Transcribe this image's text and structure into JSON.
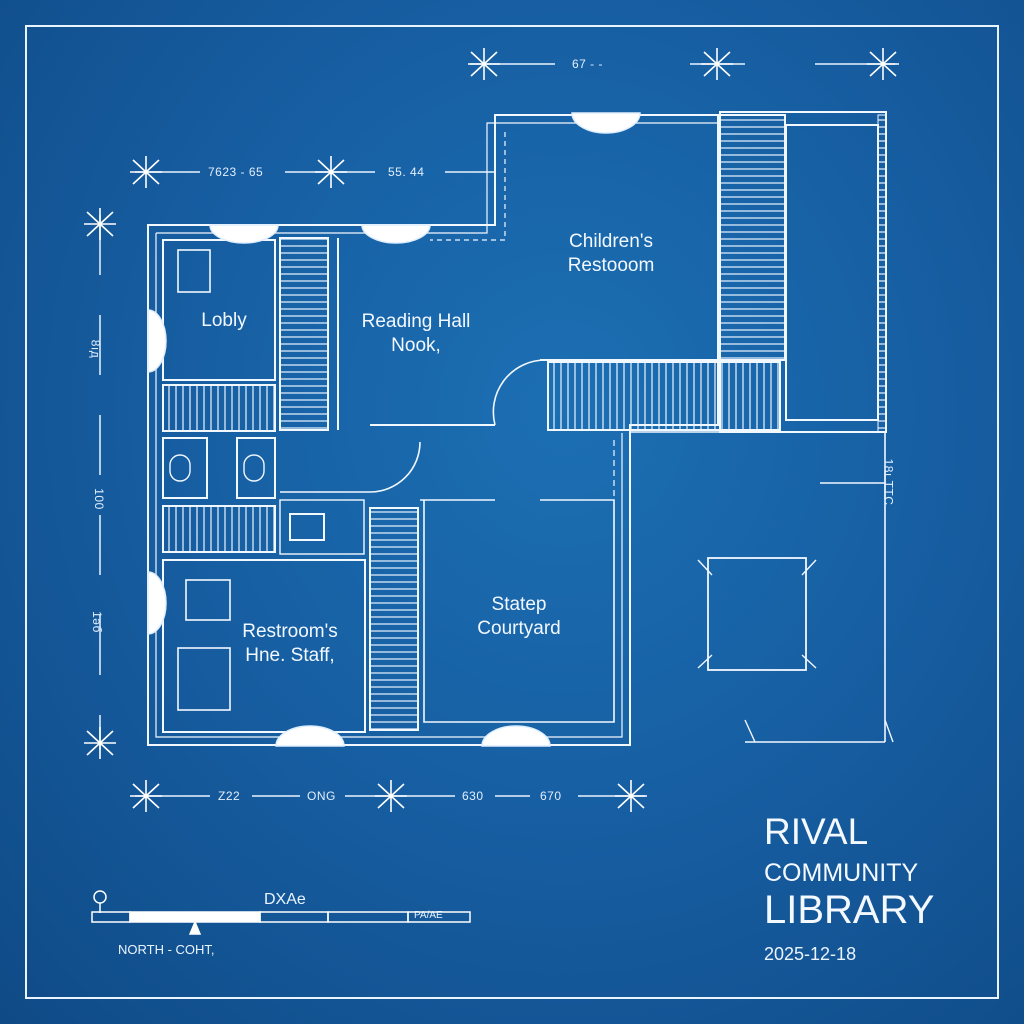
{
  "rooms": {
    "lobby": "Lobly",
    "reading": "Reading Hall\nNook,",
    "children": "Children's\nRestooom",
    "restroom": "Restroom's\nHne. Staff,",
    "courtyard": "Statep\nCourtyard"
  },
  "dimensions": {
    "top_left_a": "7623 - 65",
    "top_left_b": "55. 44",
    "top_right": "67  -  -",
    "left_1": "8ıд",
    "left_2": "100",
    "left_3": "1əб",
    "right_1": "18ı ТТС",
    "bottom_1": "Z22",
    "bottom_2": "ONG",
    "bottom_3": "630",
    "bottom_4": "670"
  },
  "scale": {
    "north_label": "NORTH - COHT,",
    "mid_label": "DXAe",
    "end_label": "PA/AE"
  },
  "title": {
    "line1": "RIVAL",
    "line2": "COMMUNITY",
    "line3": "LIBRARY",
    "date": "2025-12-18"
  },
  "colors": {
    "background": "#175fa3",
    "line": "#ffffff"
  }
}
